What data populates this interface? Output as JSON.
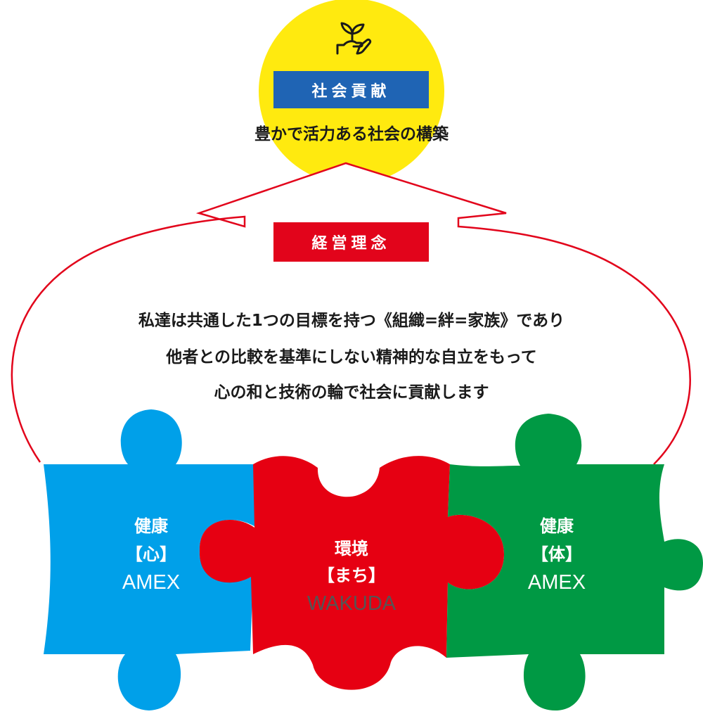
{
  "colors": {
    "yellow": "#FFEA0F",
    "blue_badge": "#1F64B4",
    "red": "#E2041B",
    "piece_blue": "#00A0E9",
    "piece_red": "#E60012",
    "piece_green": "#009944",
    "dark_gray": "#555555"
  },
  "icon": "seedling-in-hand-icon",
  "social": {
    "badge": "社会貢献",
    "subtitle": "豊かで活力ある社会の構築"
  },
  "philosophy": {
    "badge": "経営理念",
    "lines": [
      "私達は共通した1つの目標を持つ《組織=絆=家族》であり",
      "他者との比較を基準にしない精神的な自立をもって",
      "心の和と技術の輪で社会に貢献します"
    ]
  },
  "pieces": [
    {
      "line1": "健康",
      "line2": "【心】",
      "company": "AMEX"
    },
    {
      "line1": "環境",
      "line2": "【まち】",
      "company": "WAKUDA"
    },
    {
      "line1": "健康",
      "line2": "【体】",
      "company": "AMEX"
    }
  ]
}
